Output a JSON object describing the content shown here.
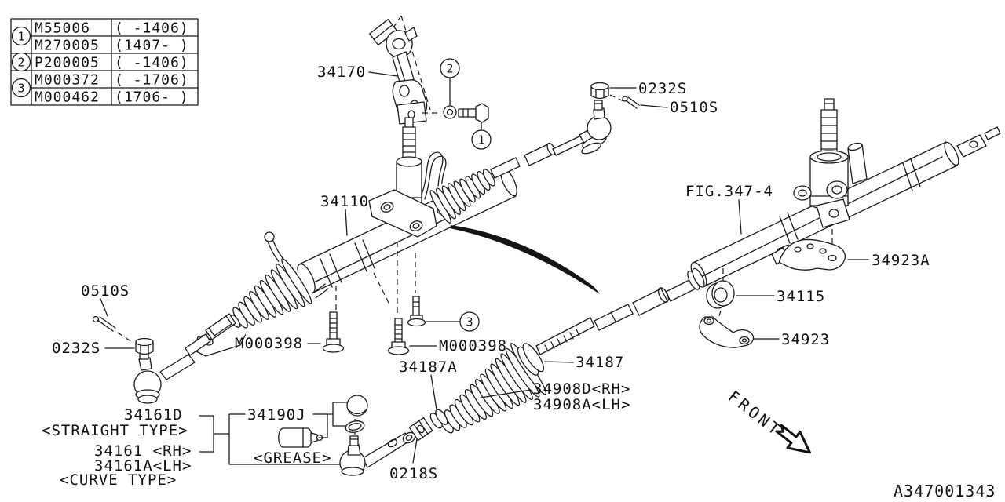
{
  "diagram": {
    "doc_code": "A347001343",
    "callouts": {
      "c1": "1",
      "c2": "2",
      "c3": "3"
    },
    "table": {
      "groups": [
        {
          "ref": "1",
          "rows": [
            {
              "part": "M55006",
              "range": "( -1406)"
            },
            {
              "part": "M270005",
              "range": "(1407- )"
            }
          ]
        },
        {
          "ref": "2",
          "rows": [
            {
              "part": "P200005",
              "range": "( -1406)"
            }
          ]
        },
        {
          "ref": "3",
          "rows": [
            {
              "part": "M000372",
              "range": "( -1706)"
            },
            {
              "part": "M000462",
              "range": "(1706- )"
            }
          ]
        }
      ]
    },
    "labels": {
      "joint": "34170",
      "nut_right": "0232S",
      "pin_right": "0510S",
      "fig_ref": "FIG.347-4",
      "bracket_a": "34923A",
      "gear_box": "34110",
      "bushing": "34115",
      "bracket": "34923",
      "pin_left": "0510S",
      "nut_left": "0232S",
      "bolt_left": "M000398",
      "bolt_right": "M000398",
      "clamp_small": "34187A",
      "clamp_band": "34187",
      "boot_rh": "34908D<RH>",
      "boot_lh": "34908A<LH>",
      "tie_rod_straight": "34161D",
      "straight_type": "<STRAIGHT TYPE>",
      "tie_rod_rh": "34161 <RH>",
      "tie_rod_lh": "34161A<LH>",
      "curve_type": "<CURVE TYPE>",
      "seal_kit": "34190J",
      "grease": "<GREASE>",
      "lock_nut": "0218S",
      "front": "FRONT"
    }
  }
}
